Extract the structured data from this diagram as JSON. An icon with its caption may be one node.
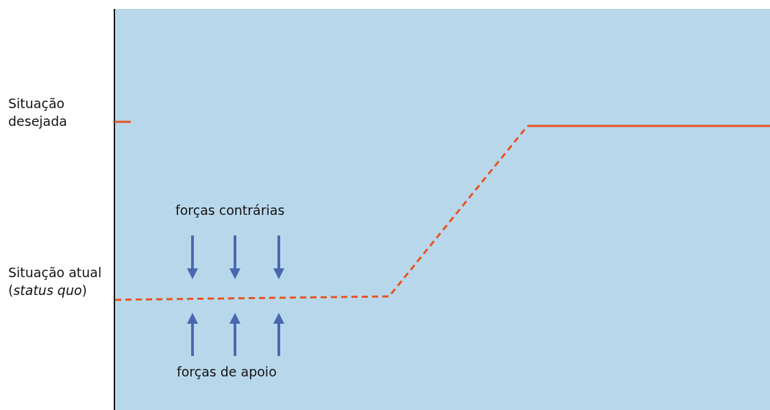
{
  "diagram": {
    "labels": [
      "Situação desejada",
      "Situação atual (*status quo*)",
      "forças contrárias",
      "forças de apoio"
    ]
  }
}
